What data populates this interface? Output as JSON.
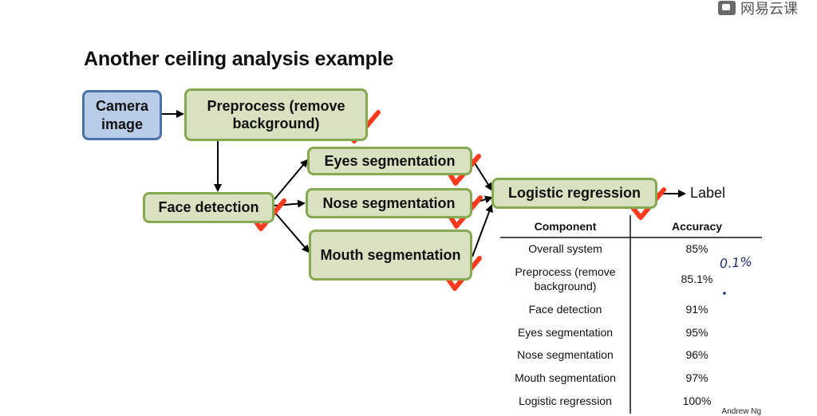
{
  "watermark": {
    "text": "网易云课"
  },
  "slide": {
    "title": "Another ceiling analysis example",
    "boxes": {
      "camera": "Camera image",
      "preprocess": "Preprocess (remove background)",
      "face": "Face detection",
      "eyes": "Eyes segmentation",
      "nose": "Nose segmentation",
      "mouth": "Mouth segmentation",
      "logistic": "Logistic regression"
    },
    "label": "Label",
    "checkmark_color": "#ff3b1f"
  },
  "table": {
    "headers": [
      "Component",
      "Accuracy"
    ],
    "rows": [
      {
        "component": "Overall system",
        "accuracy": "85%"
      },
      {
        "component": "Preprocess (remove background)",
        "accuracy": "85.1%"
      },
      {
        "component": "Face detection",
        "accuracy": "91%"
      },
      {
        "component": "Eyes segmentation",
        "accuracy": "95%"
      },
      {
        "component": "Nose segmentation",
        "accuracy": "96%"
      },
      {
        "component": "Mouth segmentation",
        "accuracy": "97%"
      },
      {
        "component": "Logistic regression",
        "accuracy": "100%"
      }
    ]
  },
  "annotations": {
    "handwritten": "0.1%"
  },
  "footer": {
    "author": "Andrew Ng"
  }
}
